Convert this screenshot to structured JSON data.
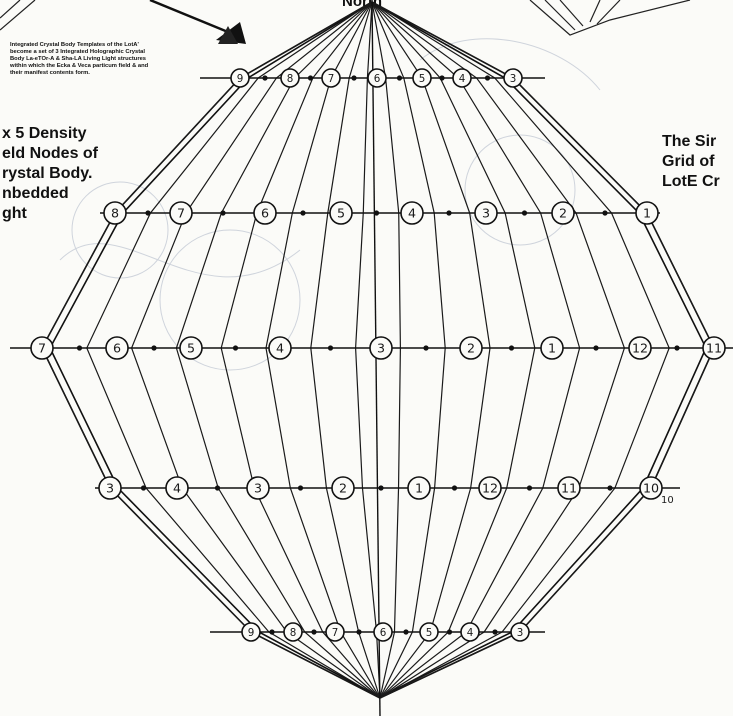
{
  "top_label": "North",
  "tiny_note": [
    "Integrated Crystal Body Templates of the LotA'",
    "become a set of 3 Integrated Holographic Crystal",
    "Body La-eTOr-A & Sha-LA Living Light structures",
    "within which the Ecka & Veca particum field & and",
    "their manifest contents form."
  ],
  "left_caption": [
    "x 5 Density",
    "eld Nodes of",
    "rystal Body.",
    "nbedded",
    "ght"
  ],
  "right_caption": [
    "The Sir",
    "Grid of",
    "LotE Cr"
  ],
  "subscript_note": "10",
  "rows": [
    {
      "name": "top",
      "labels": [
        "9",
        "8",
        "7",
        "6",
        "5",
        "4",
        "3"
      ]
    },
    {
      "name": "upper",
      "labels": [
        "8",
        "7",
        "6",
        "5",
        "4",
        "3",
        "2",
        "1"
      ]
    },
    {
      "name": "equator",
      "labels": [
        "7",
        "6",
        "5",
        "4",
        "3",
        "2",
        "1",
        "12",
        "11"
      ]
    },
    {
      "name": "lower",
      "labels": [
        "3",
        "4",
        "3",
        "2",
        "1",
        "12",
        "11",
        "10"
      ]
    },
    {
      "name": "bottom",
      "labels": [
        "9",
        "8",
        "7",
        "6",
        "5",
        "4",
        "3"
      ]
    }
  ]
}
